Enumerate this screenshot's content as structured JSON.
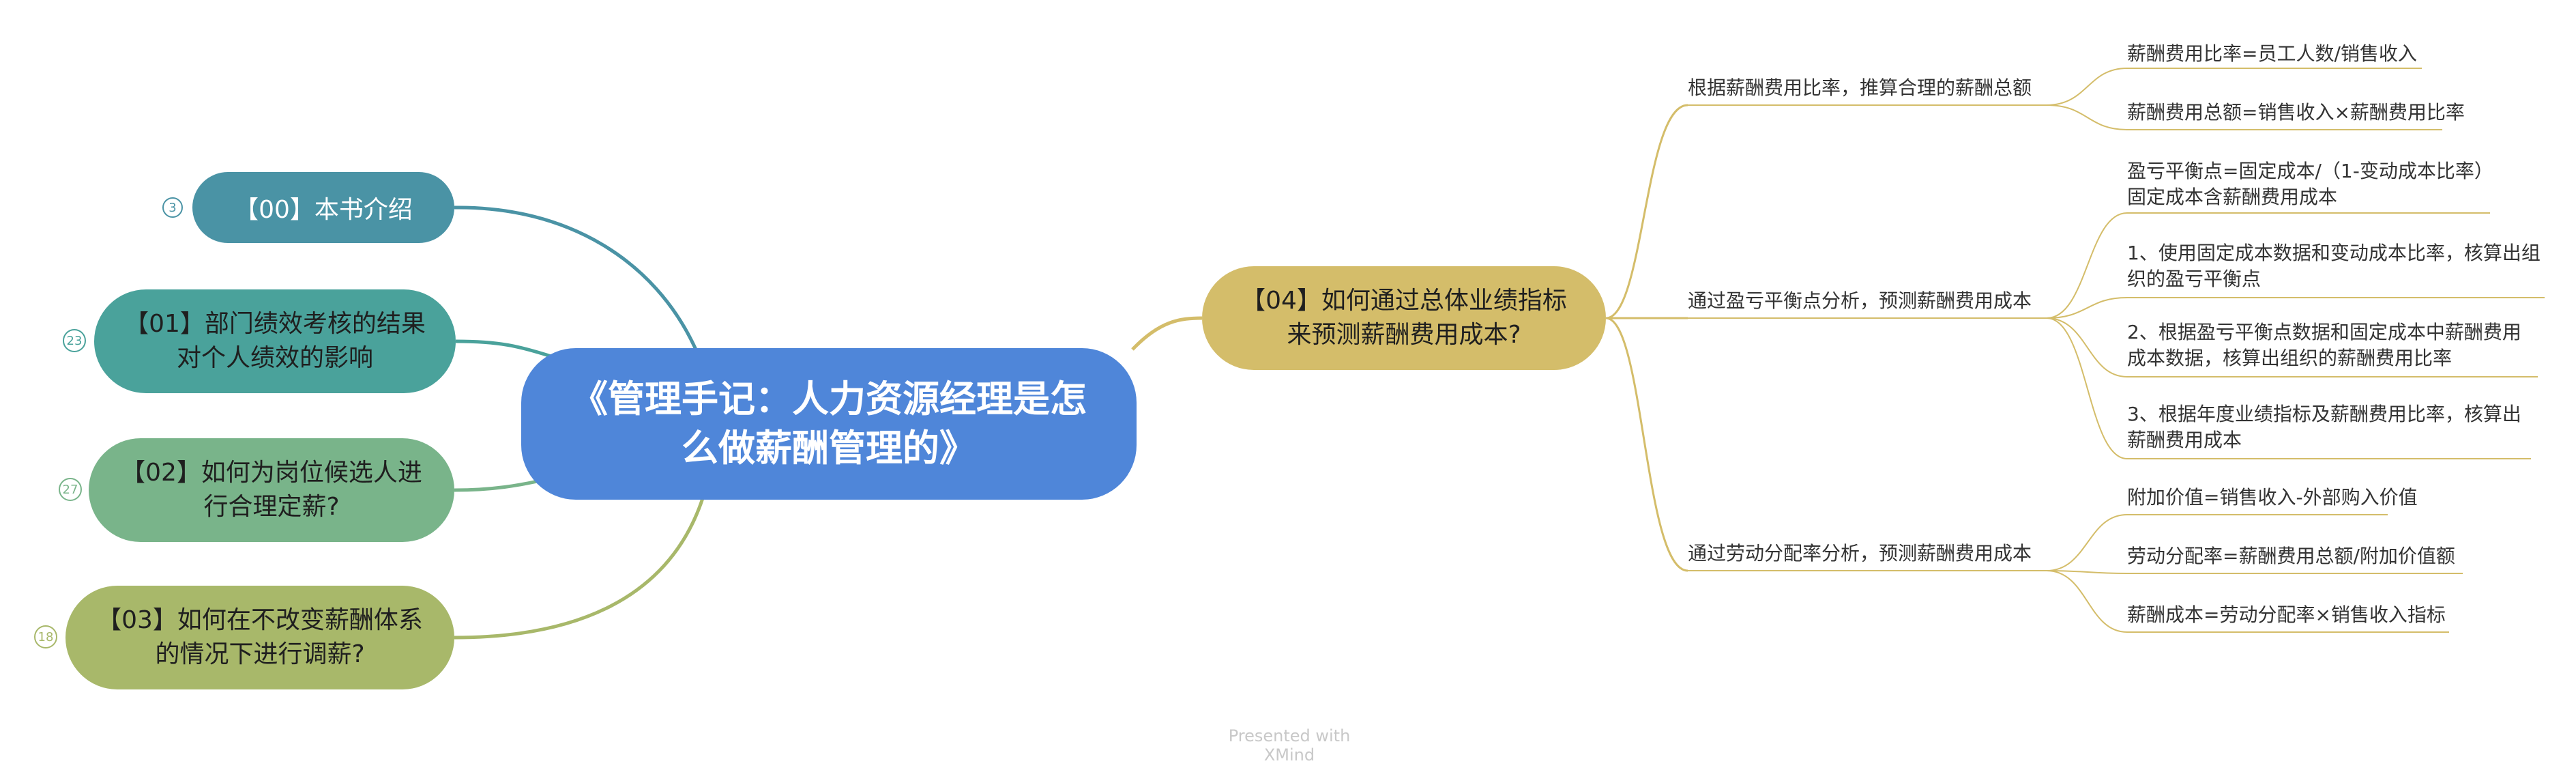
{
  "root": {
    "title": "《管理手记：人力资源经理是怎么做薪酬管理的》"
  },
  "left_topics": [
    {
      "label": "【00】本书介绍",
      "count": "3",
      "color": "#4a93a5"
    },
    {
      "label": "【01】部门绩效考核的结果对个人绩效的影响",
      "count": "23",
      "color": "#4aa29b"
    },
    {
      "label": "【02】如何为岗位候选人进行合理定薪?",
      "count": "27",
      "color": "#79b48a"
    },
    {
      "label": "【03】如何在不改变薪酬体系的情况下进行调薪?",
      "count": "18",
      "color": "#a8b86a"
    }
  ],
  "right_topic": {
    "label": "【04】如何通过总体业绩指标来预测薪酬费用成本?",
    "color": "#d4bd6a",
    "children": [
      {
        "label": "根据薪酬费用比率，推算合理的薪酬总额",
        "children": [
          "薪酬费用比率=员工人数/销售收入",
          "薪酬费用总额=销售收入×薪酬费用比率"
        ]
      },
      {
        "label": "通过盈亏平衡点分析，预测薪酬费用成本",
        "children": [
          "盈亏平衡点=固定成本/（1-变动成本比率）\n固定成本含薪酬费用成本",
          "1、使用固定成本数据和变动成本比率，核算出组\n织的盈亏平衡点",
          "2、根据盈亏平衡点数据和固定成本中薪酬费用\n成本数据，核算出组织的薪酬费用比率",
          "3、根据年度业绩指标及薪酬费用比率，核算出\n薪酬费用成本"
        ]
      },
      {
        "label": "通过劳动分配率分析，预测薪酬费用成本",
        "children": [
          "附加价值=销售收入-外部购入价值",
          "劳动分配率=薪酬费用总额/附加价值额",
          "薪酬成本=劳动分配率×销售收入指标"
        ]
      }
    ]
  },
  "footer": "Presented with XMind"
}
